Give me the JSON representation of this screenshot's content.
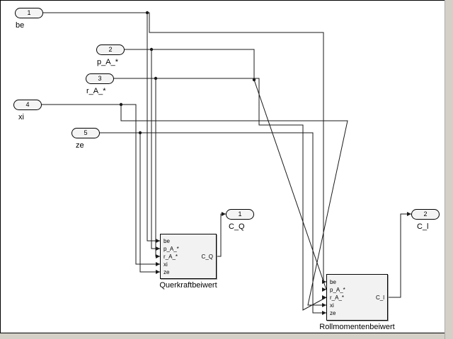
{
  "diagram": {
    "inports": [
      {
        "id": "1",
        "label": "be"
      },
      {
        "id": "2",
        "label": "p_A_*"
      },
      {
        "id": "3",
        "label": "r_A_*"
      },
      {
        "id": "4",
        "label": "xi"
      },
      {
        "id": "5",
        "label": "ze"
      }
    ],
    "outports": [
      {
        "id": "1",
        "label": "C_Q"
      },
      {
        "id": "2",
        "label": "C_l"
      }
    ],
    "subsystems": [
      {
        "title": "Querkraftbeiwert",
        "inputs": [
          "be",
          "p_A_*",
          "r_A_*",
          "xi",
          "ze"
        ],
        "output": "C_Q"
      },
      {
        "title": "Rollmomentenbeiwert",
        "inputs": [
          "be",
          "p_A_*",
          "r_A_*",
          "xi",
          "ze"
        ],
        "output": "C_l"
      }
    ],
    "colors": {
      "wire": "#1a1a1a",
      "block_fill": "#f2f2f2",
      "block_border": "#000000",
      "canvas_bg": "#ffffff",
      "chrome": "#d4d0c8"
    }
  }
}
